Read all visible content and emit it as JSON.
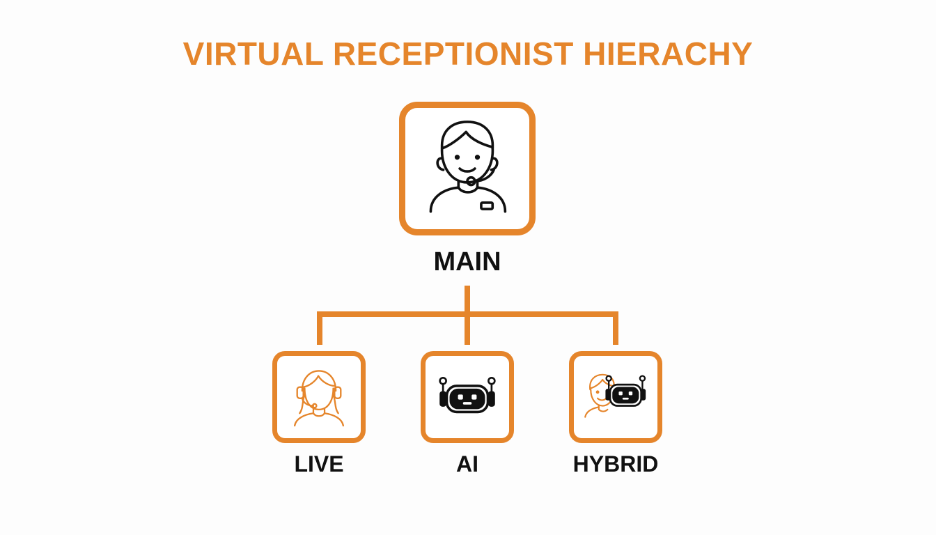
{
  "title": "VIRTUAL RECEPTIONIST HIERACHY",
  "colors": {
    "accent": "#e5852b",
    "text": "#111111",
    "background": "#fdfdfd"
  },
  "root": {
    "label": "MAIN",
    "icon": "receptionist-headset-icon"
  },
  "children": [
    {
      "label": "LIVE",
      "icon": "live-agent-headset-icon"
    },
    {
      "label": "AI",
      "icon": "robot-icon"
    },
    {
      "label": "HYBRID",
      "icon": "human-robot-icon"
    }
  ]
}
